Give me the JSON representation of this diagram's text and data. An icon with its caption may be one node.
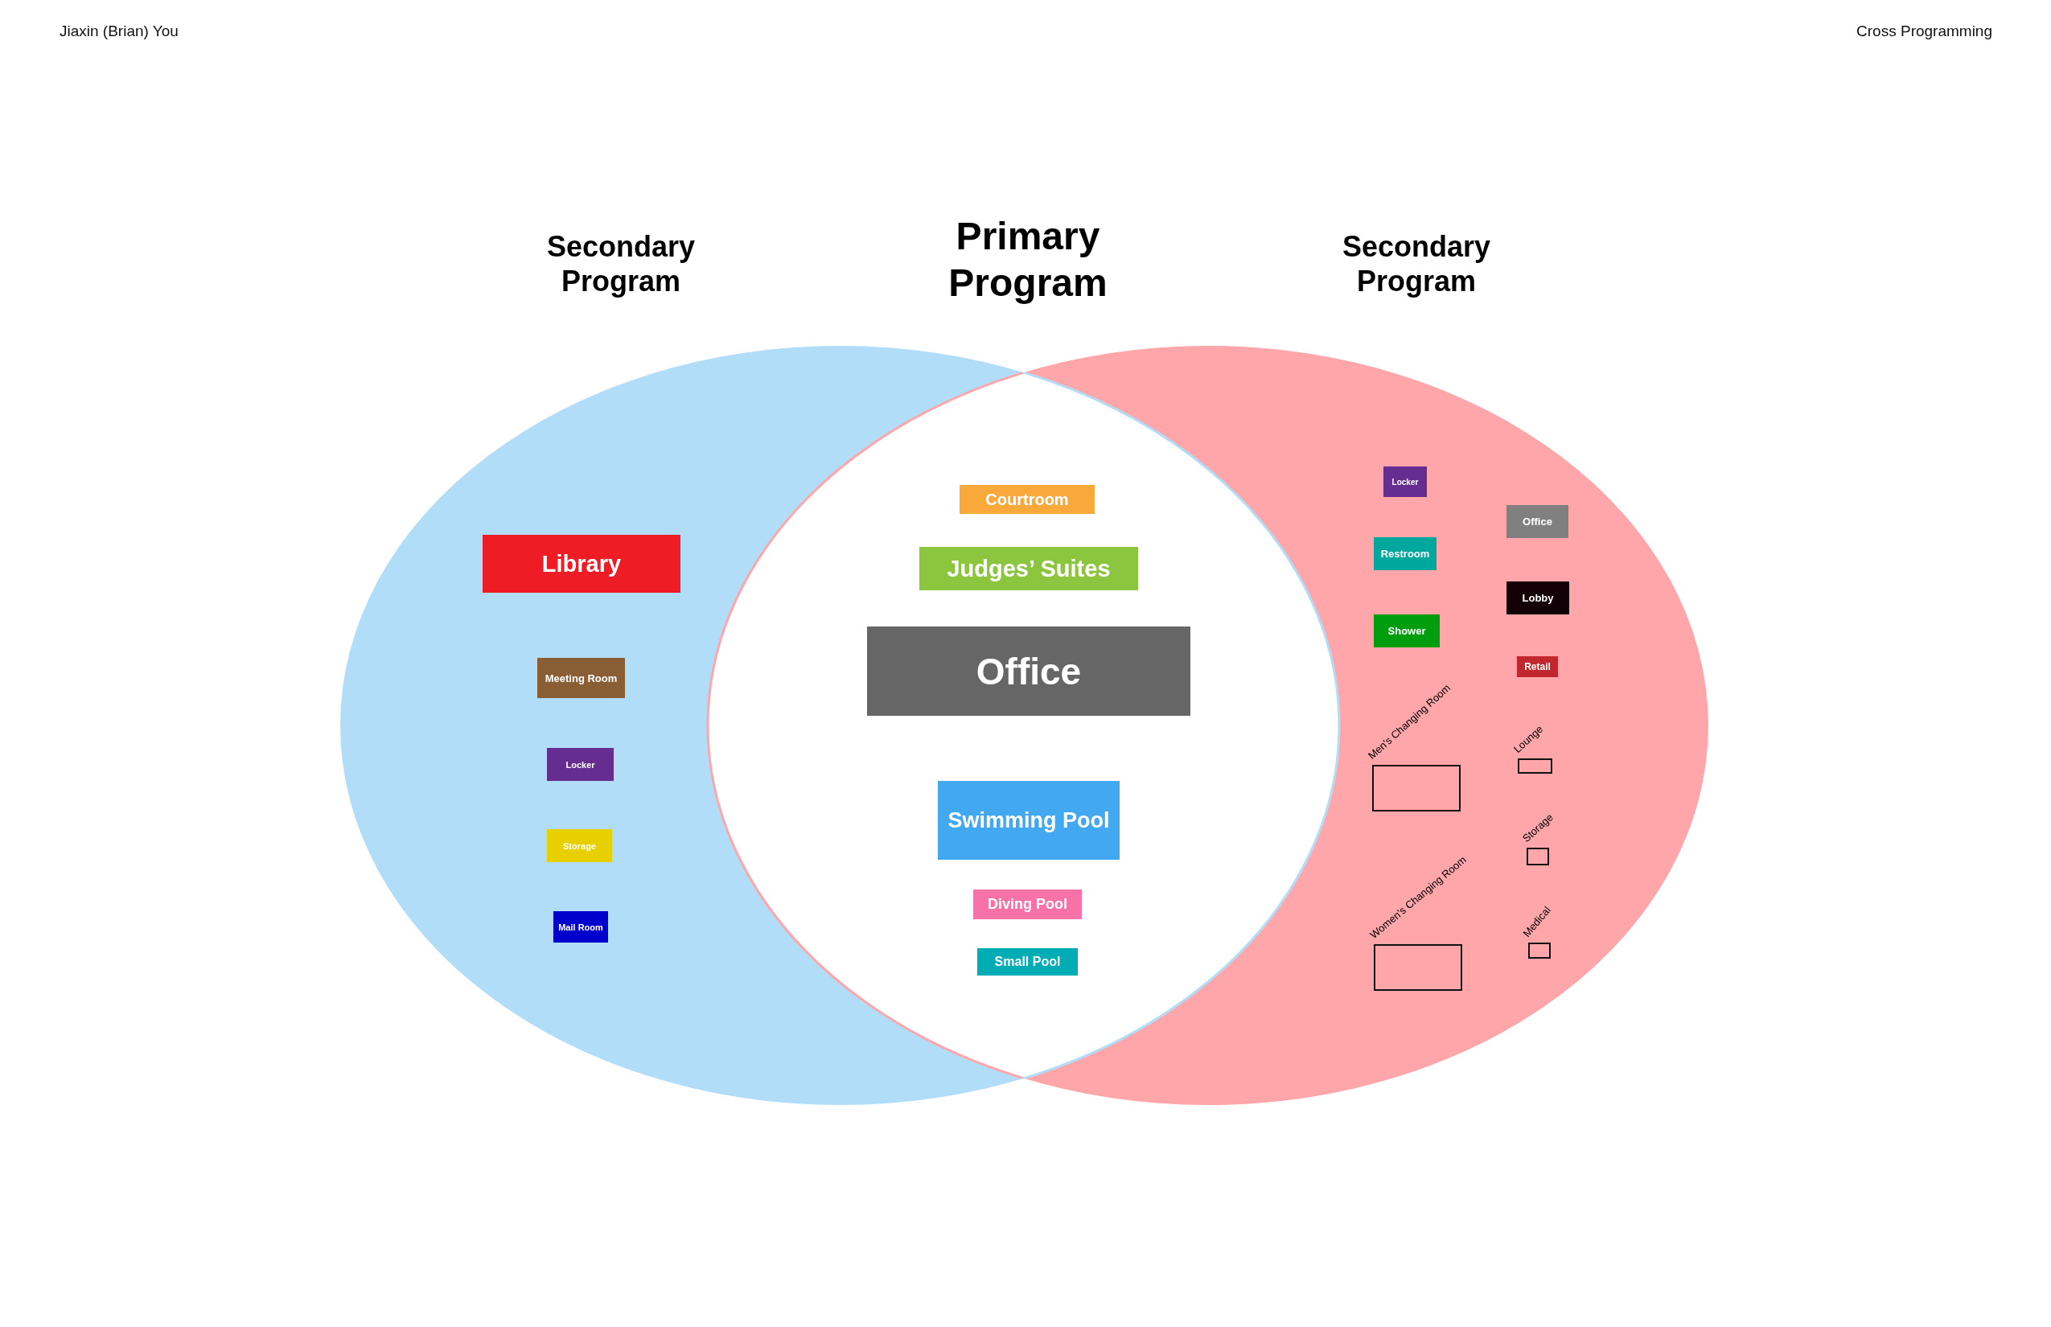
{
  "diagram": {
    "nodes": [
      {
        "text": [
          "Secondary Program"
        ]
      },
      {
        "text": [
          "Secondary Program"
        ]
      },
      {
        "text": [
          "Primary Program"
        ]
      },
      {
        "text": [
          "Library"
        ],
        "in": 0
      },
      {
        "text": [
          "Meeting Room"
        ],
        "in": 0
      },
      {
        "text": [
          "Locker"
        ],
        "in": 0
      },
      {
        "text": [
          "Storage"
        ],
        "in": 0
      },
      {
        "text": [
          "Mail Room"
        ],
        "in": 0
      },
      {
        "text": [
          "Courtroom"
        ]
      },
      {
        "text": [
          "Judges’ Suites"
        ]
      },
      {
        "text": [
          "Office"
        ]
      },
      {
        "text": [
          "Swimming Pool"
        ]
      },
      {
        "text": [
          "Diving Pool"
        ]
      },
      {
        "text": [
          "Small Pool"
        ]
      },
      {
        "text": [
          "Locker"
        ],
        "in": 1
      },
      {
        "text": [
          "Office"
        ],
        "in": 1
      },
      {
        "text": [
          "Restroom"
        ],
        "in": 1
      },
      {
        "text": [
          "Lobby"
        ],
        "in": 1
      },
      {
        "text": [
          "Shower"
        ],
        "in": 1
      },
      {
        "text": [
          "Retail"
        ],
        "in": 1
      },
      {
        "text": [
          "Men's Changing Room"
        ],
        "in": 1
      },
      {
        "text": [
          "Lounge"
        ],
        "in": 1
      },
      {
        "text": [
          "Storage"
        ],
        "in": 1
      },
      {
        "text": [
          "Women's Changing Room"
        ],
        "in": 1
      },
      {
        "text": [
          "Medical"
        ],
        "in": 1
      }
    ],
    "labels": [
      "Jiaxin (Brian) You",
      "Cross Programming"
    ]
  }
}
